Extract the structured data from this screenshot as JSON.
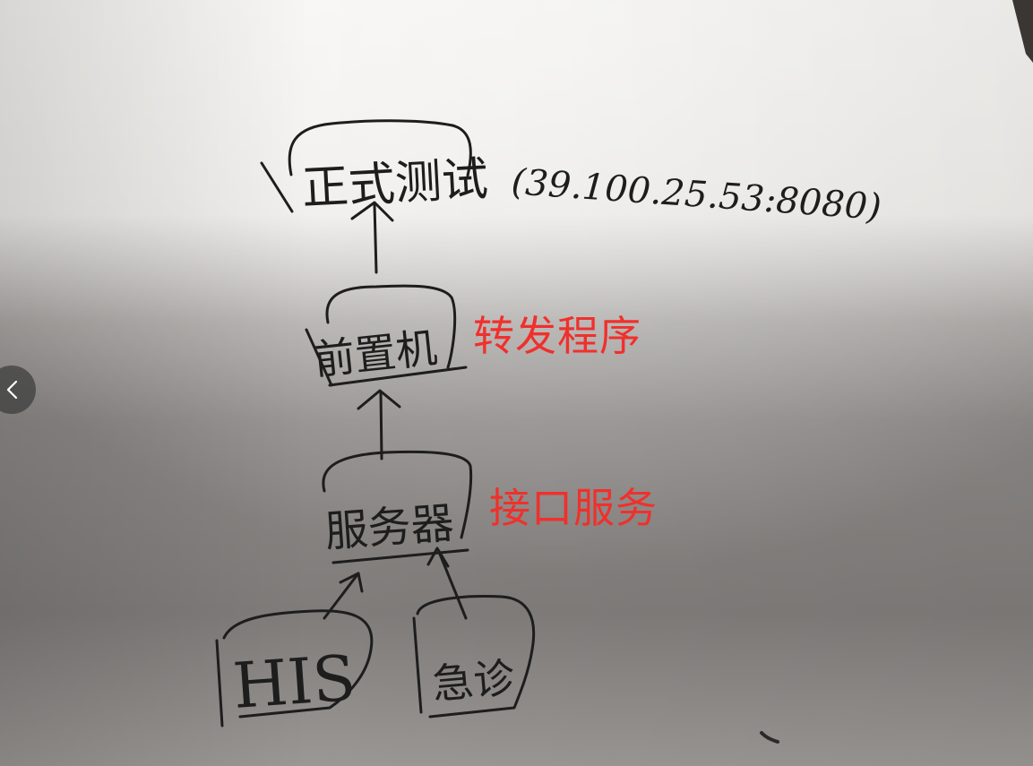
{
  "diagram": {
    "top_node": {
      "text": "正式测试",
      "address": "(39.100.25.53:8080)"
    },
    "middle_node": {
      "text": "前置机",
      "annotation": "转发程序"
    },
    "lower_node": {
      "text": "服务器",
      "annotation": "接口服务"
    },
    "bottom_nodes": [
      {
        "text": "HIS"
      },
      {
        "text": "急诊"
      }
    ]
  },
  "controls": {
    "prev_icon": "chevron-left-icon"
  }
}
